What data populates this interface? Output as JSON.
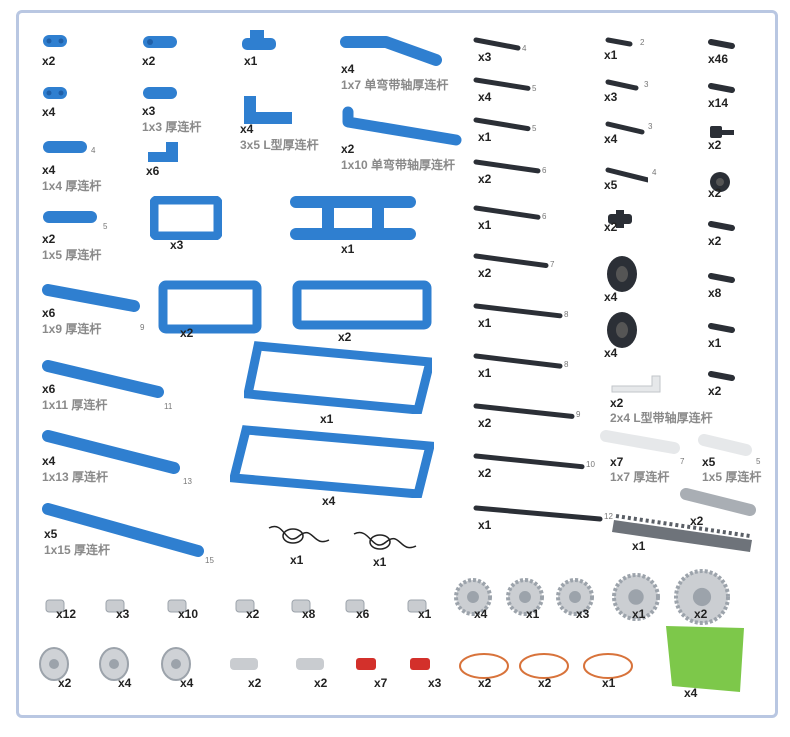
{
  "colors": {
    "blue": "#2f7fd0",
    "dark_blue": "#1f5fa8",
    "axle": "#2b2f36",
    "gray": "#9ca3ab",
    "light_gray": "#d8dbdf",
    "red": "#d3302b",
    "copper": "#d8733b",
    "green": "#7dc84a",
    "frame": "#b9c7e2"
  },
  "col1": [
    {
      "qty": "x2",
      "label": ""
    },
    {
      "qty": "x4",
      "label": ""
    },
    {
      "qty": "x4",
      "label": "1x4 厚连杆",
      "badge": "4"
    },
    {
      "qty": "x2",
      "label": "1x5 厚连杆",
      "badge": "5"
    },
    {
      "qty": "x6",
      "label": "1x9 厚连杆",
      "badge": "9"
    },
    {
      "qty": "x6",
      "label": "1x11 厚连杆",
      "badge": "11"
    },
    {
      "qty": "x4",
      "label": "1x13 厚连杆",
      "badge": "13"
    },
    {
      "qty": "x5",
      "label": "1x15 厚连杆",
      "badge": "15"
    }
  ],
  "col2": [
    {
      "qty": "x2",
      "label": ""
    },
    {
      "qty": "x3",
      "label": "1x3 厚连杆"
    },
    {
      "qty": "x6",
      "label": ""
    },
    {
      "qty": "x3",
      "label": ""
    },
    {
      "qty": "x2",
      "label": ""
    }
  ],
  "col3": [
    {
      "qty": "x1",
      "label": ""
    },
    {
      "qty": "x4",
      "label": "3x5 L型厚连杆"
    },
    {
      "qty": "x1",
      "label": ""
    },
    {
      "qty": "x2",
      "label": ""
    },
    {
      "qty": "x1",
      "label": ""
    },
    {
      "qty": "x4",
      "label": ""
    },
    {
      "qty": "x1",
      "label": ""
    },
    {
      "qty": "x1",
      "label": ""
    }
  ],
  "col4": [
    {
      "qty": "x4",
      "label": "1x7 单弯带轴厚连杆"
    },
    {
      "qty": "x2",
      "label": "1x10 单弯带轴厚连杆"
    }
  ],
  "axles": [
    {
      "qty": "x3",
      "badge": "4"
    },
    {
      "qty": "x4",
      "badge": "5"
    },
    {
      "qty": "x1",
      "badge": "5"
    },
    {
      "qty": "x2",
      "badge": "6"
    },
    {
      "qty": "x1",
      "badge": "6"
    },
    {
      "qty": "x2",
      "badge": "7"
    },
    {
      "qty": "x1",
      "badge": "8"
    },
    {
      "qty": "x1",
      "badge": "8"
    },
    {
      "qty": "x2",
      "badge": "9"
    },
    {
      "qty": "x2",
      "badge": "10"
    },
    {
      "qty": "x1",
      "badge": "12"
    }
  ],
  "pins_mid": [
    {
      "qty": "x1",
      "badge": "2"
    },
    {
      "qty": "x3",
      "badge": "3"
    },
    {
      "qty": "x4",
      "badge": "3"
    },
    {
      "qty": "x5",
      "badge": "4"
    },
    {
      "qty": "x2"
    },
    {
      "qty": "x4"
    },
    {
      "qty": "x4"
    }
  ],
  "right_col": [
    {
      "qty": "x46"
    },
    {
      "qty": "x14"
    },
    {
      "qty": "x2"
    },
    {
      "qty": "x2"
    },
    {
      "qty": "x2"
    },
    {
      "qty": "x8"
    },
    {
      "qty": "x1"
    },
    {
      "qty": "x2"
    }
  ],
  "white_beams": [
    {
      "qty": "x2",
      "label": "2x4 L型带轴厚连杆"
    },
    {
      "qty": "x7",
      "label": "1x7 厚连杆",
      "badge": "7"
    },
    {
      "qty": "x5",
      "label": "1x5 厚连杆",
      "badge": "5"
    }
  ],
  "rack": [
    {
      "qty": "x2"
    },
    {
      "qty": "x1"
    }
  ],
  "row_a": [
    "x12",
    "x3",
    "x10",
    "x2",
    "x8",
    "x6",
    "x1",
    "x4",
    "x1",
    "x3",
    "x1",
    "x2"
  ],
  "row_b": [
    "x2",
    "x4",
    "x4",
    "x2",
    "x2",
    "x7",
    "x3",
    "x2",
    "x2",
    "x1",
    "x4"
  ]
}
